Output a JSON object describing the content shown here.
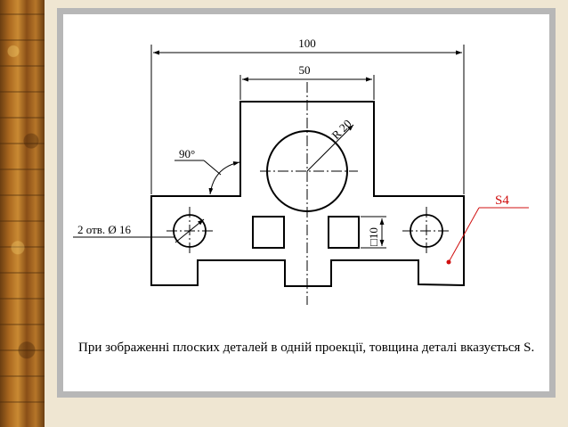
{
  "dimensions": {
    "overall_width": "100",
    "upper_width": "50",
    "radius": "R 20",
    "angle": "90°",
    "holes_note": "2 отв. Ø 16",
    "square_size": "□10"
  },
  "surface_label": "S4",
  "caption": "При зображенні плоских деталей в одній проекції, товщина деталі вказується S.",
  "colors": {
    "line": "#000000",
    "surface_label": "#d01010",
    "panel_border": "#b7b7b7"
  }
}
